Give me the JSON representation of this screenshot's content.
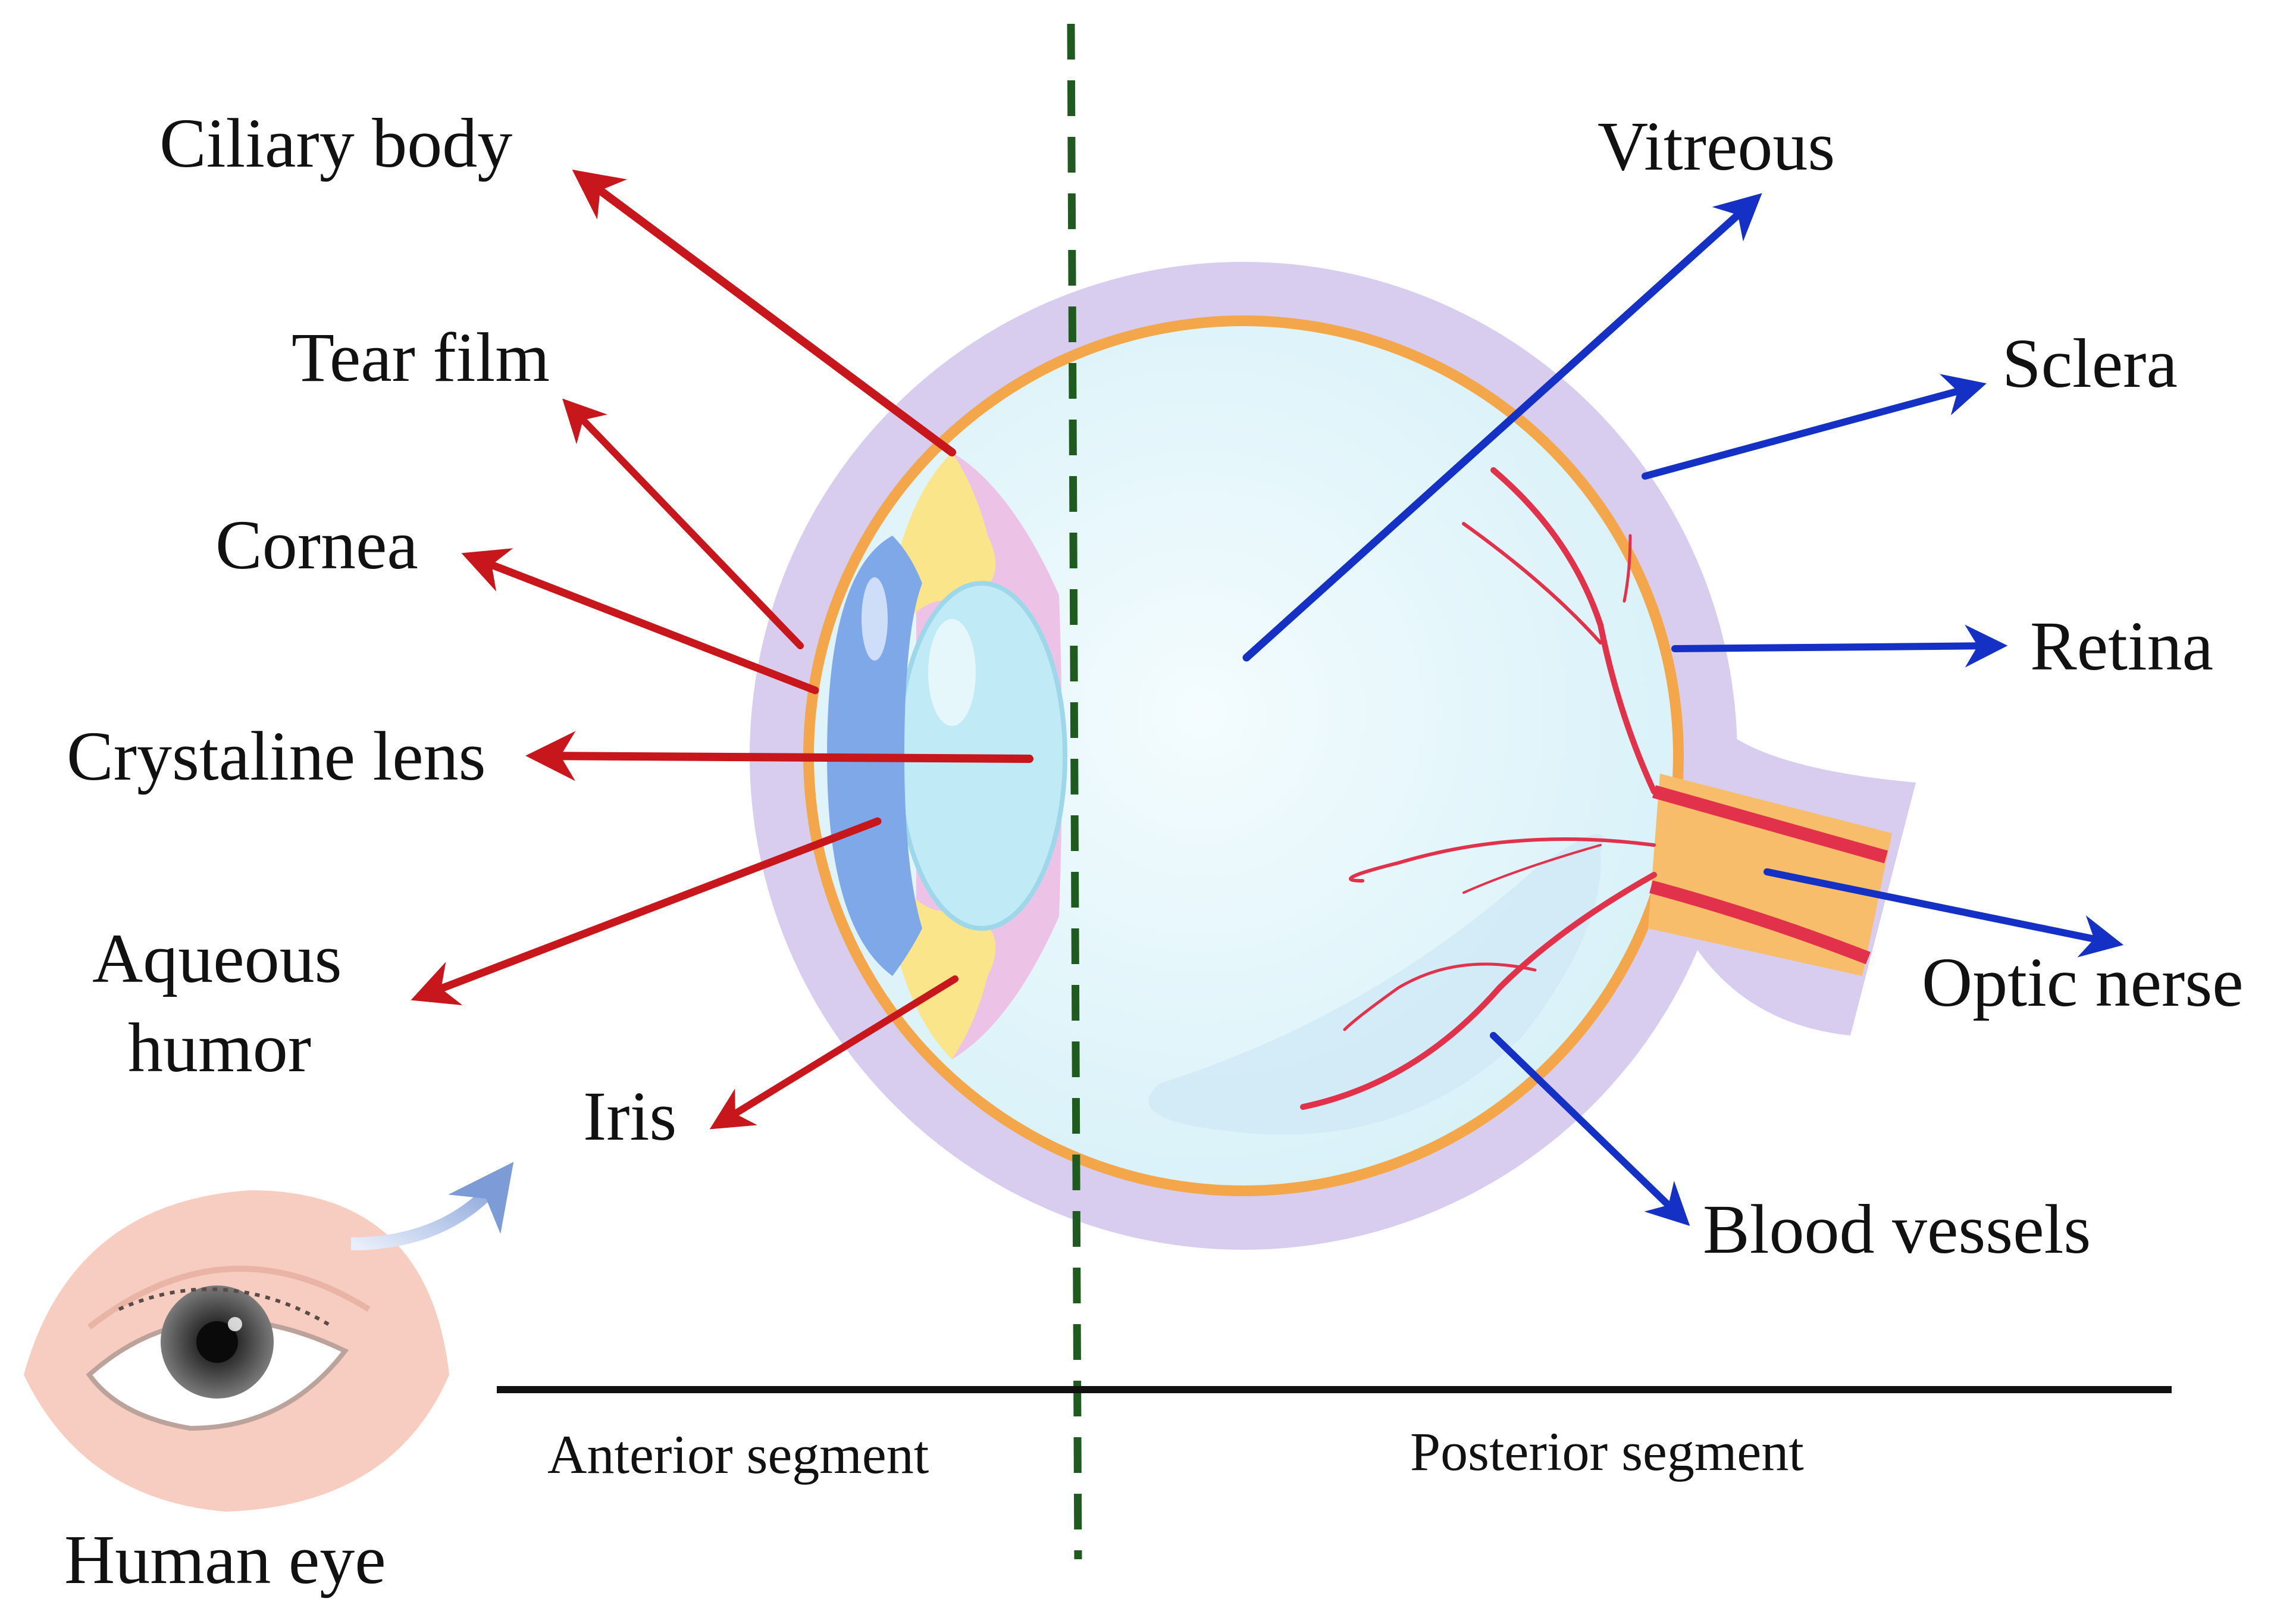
{
  "labels": {
    "ciliary_body": "Ciliary body",
    "tear_film": "Tear film",
    "cornea": "Cornea",
    "crystaline_lens": "Crystaline lens",
    "aqueous_humor_line1": "Aqueous",
    "aqueous_humor_line2": "humor",
    "iris": "Iris",
    "human_eye": "Human eye",
    "vitreous": "Vitreous",
    "sclera": "Sclera",
    "retina": "Retina",
    "optic_nerve": "Optic nerse",
    "blood_vessels": "Blood vessels"
  },
  "segments": {
    "anterior": "Anterior segment",
    "posterior": "Posterior segment"
  },
  "colors": {
    "anterior_arrows": "#c8161d",
    "posterior_arrows": "#1530c4",
    "divider": "#1f5a1f",
    "sclera": "#d8ccef",
    "choroid": "#f4a64a",
    "vitreous": "#e4f7fb",
    "cornea": "#7fa8e8",
    "lens": "#bfeaf6",
    "ciliary": "#fbe58b",
    "iris_ring": "#ecc3e6",
    "optic_nerve": "#f7bd6a",
    "vessel": "#e2314a"
  }
}
